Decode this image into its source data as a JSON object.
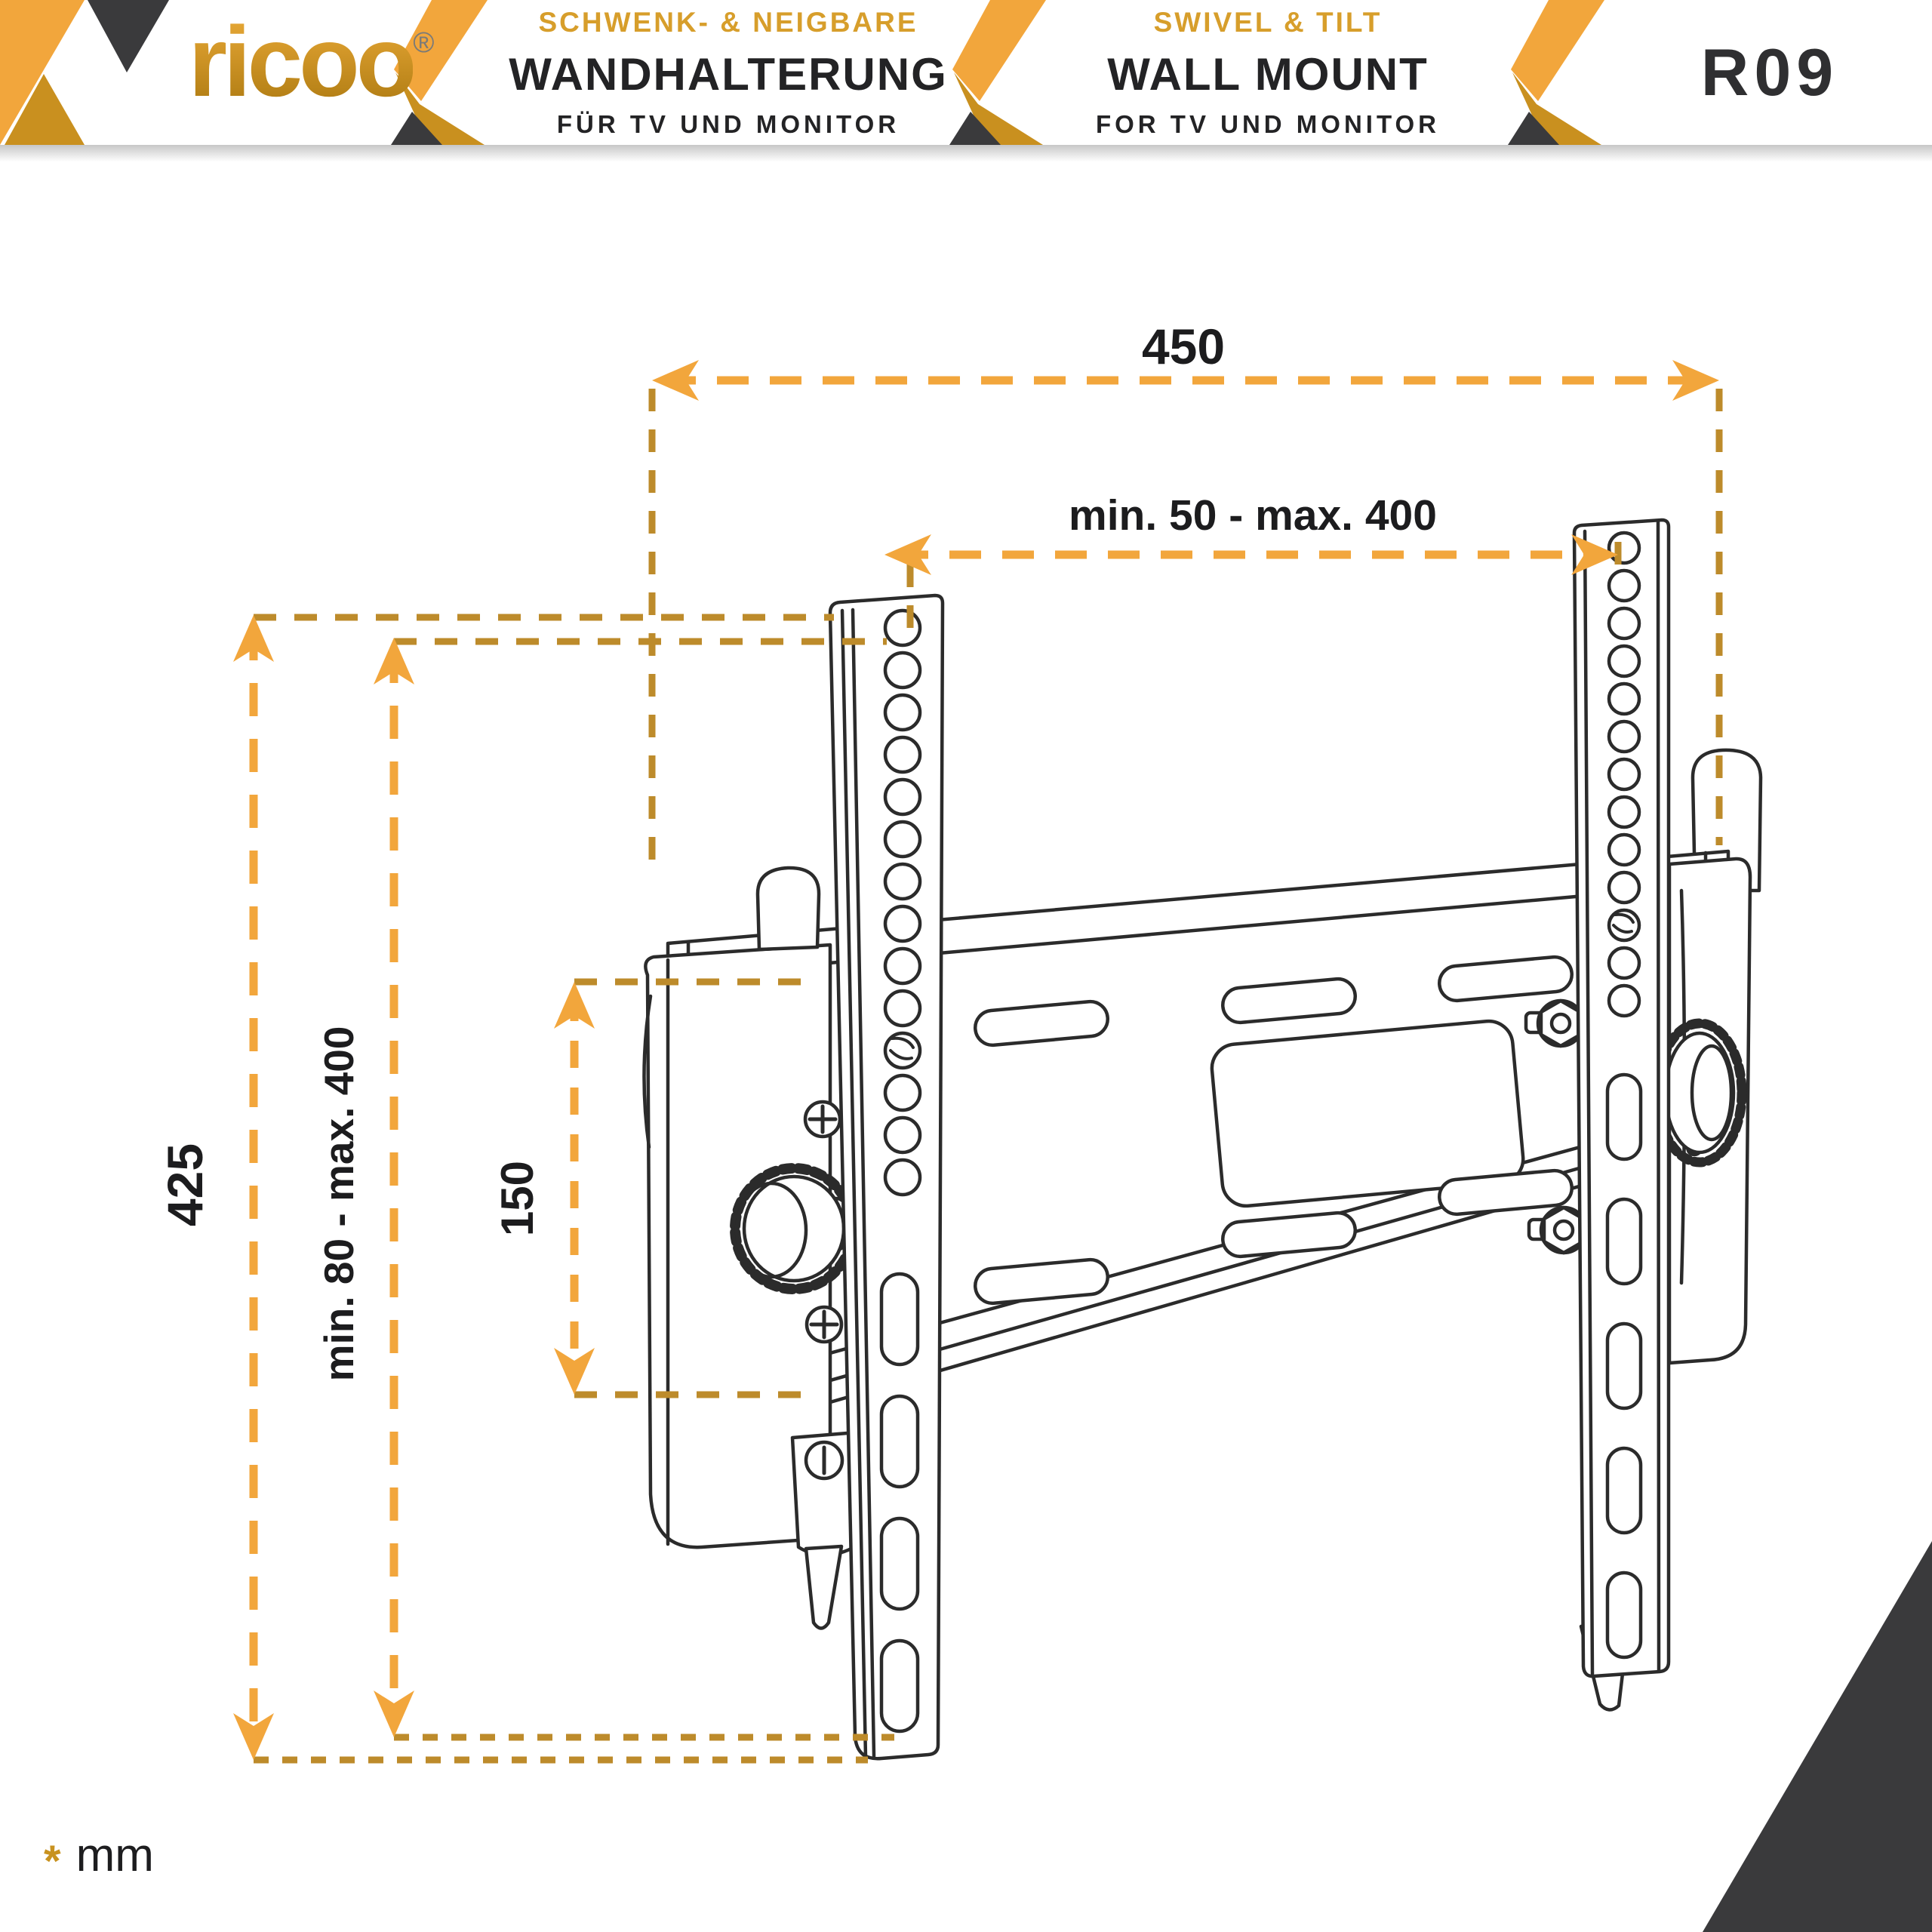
{
  "header": {
    "brand": {
      "name": "ricoo",
      "registered": "®"
    },
    "german": {
      "subtitle": "SCHWENK- & NEIGBARE",
      "title": "WANDHALTERUNG",
      "caption": "FÜR TV UND MONITOR"
    },
    "english": {
      "subtitle": "SWIVEL & TILT",
      "title": "WALL MOUNT",
      "caption": "FOR TV UND MONITOR"
    },
    "model": "R09"
  },
  "diagram": {
    "dimensions_mm": {
      "plate_width": "450",
      "vesa_width_range": "min. 50 - max. 400",
      "overall_height": "425",
      "vesa_height_range": "min. 80 - max. 400",
      "bracket_spacing": "150"
    }
  },
  "footer": {
    "asterisk": "*",
    "unit": "mm"
  },
  "colors": {
    "accent_orange": "#F2A63C",
    "projection_gold": "#BD8B2B",
    "corner_dark": "#3A3A3C",
    "logo_gold": "#D79A26",
    "text_dark": "#1C1C1E"
  }
}
